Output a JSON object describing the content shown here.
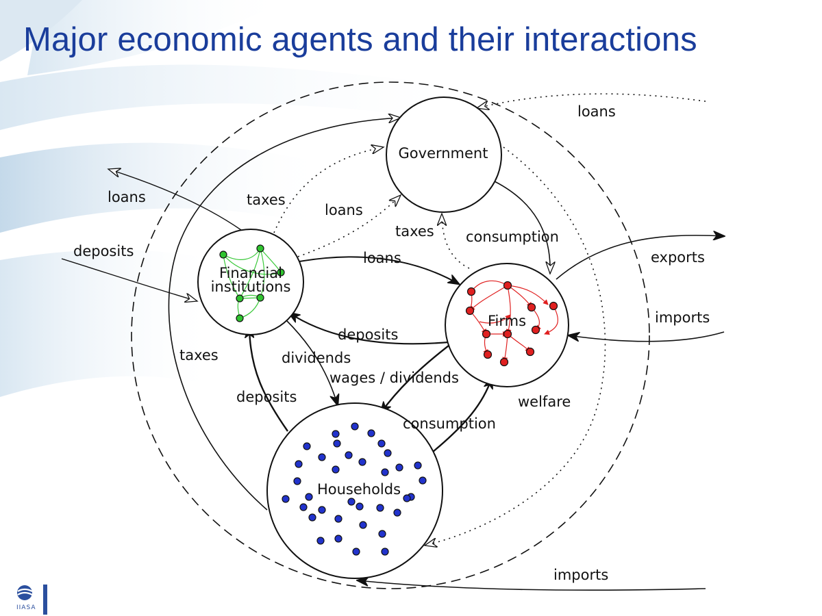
{
  "title": "Major economic agents and their interactions",
  "nodes": {
    "government": "Government",
    "financial_line1": "Financial",
    "financial_line2": "institutions",
    "firms": "Firms",
    "households": "Households"
  },
  "flows": {
    "loans_top_right": "loans",
    "loans_left": "loans",
    "deposits_left": "deposits",
    "taxes_fin_gov": "taxes",
    "loans_fin_gov": "loans",
    "taxes_firms_gov": "taxes",
    "consumption_gov_firms": "consumption",
    "loans_fin_firms": "loans",
    "exports": "exports",
    "imports_firms": "imports",
    "deposits_firms_fin": "deposits",
    "taxes_households_gov": "taxes",
    "dividends": "dividends",
    "wages_dividends": "wages / dividends",
    "deposits_households_fin": "deposits",
    "welfare": "welfare",
    "consumption_households_firms": "consumption",
    "imports_households": "imports"
  },
  "colors": {
    "title": "#1a3d9b",
    "financial_agents": "#2fc42f",
    "firm_agents": "#e02020",
    "household_agents": "#2233cc"
  },
  "logo": {
    "text": "IIASA"
  }
}
